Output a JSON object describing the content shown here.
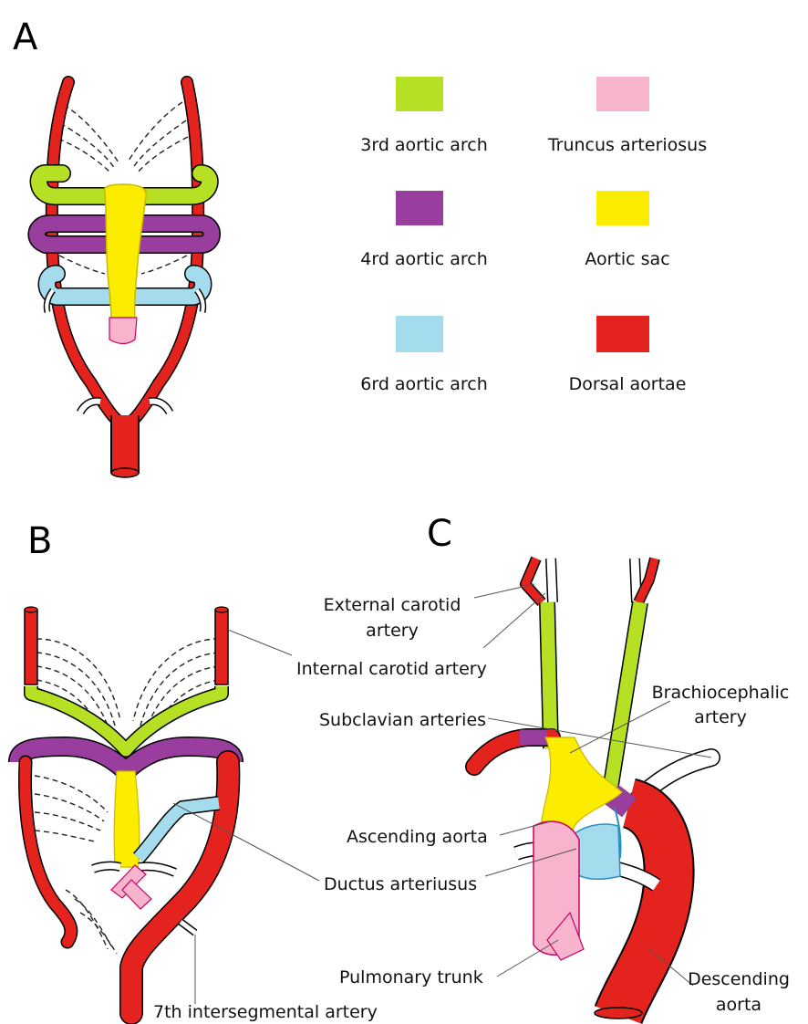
{
  "panels": {
    "a": "A",
    "b": "B",
    "c": "C"
  },
  "legend": [
    {
      "label": "3rd aortic arch",
      "color": "#b5e024"
    },
    {
      "label": "Truncus arteriosus",
      "color": "#f8b4cc"
    },
    {
      "label": "4rd aortic arch",
      "color": "#993d9e"
    },
    {
      "label": "Aortic sac",
      "color": "#fcec00"
    },
    {
      "label": "6rd aortic arch",
      "color": "#a4dcee"
    },
    {
      "label": "Dorsal aortae",
      "color": "#e5231e"
    }
  ],
  "colors": {
    "third_arch": "#b5e024",
    "fourth_arch": "#993d9e",
    "sixth_arch": "#a4dcee",
    "truncus": "#f8b4cc",
    "aortic_sac": "#fcec00",
    "dorsal": "#e5231e",
    "outline": "#000000"
  },
  "labels_b": {
    "internal_carotid": "Internal carotid artery",
    "ductus": "Ductus arteriusus",
    "seventh_line1": "7th intersegmental artery"
  },
  "labels_c": {
    "external_carotid_1": "External carotid",
    "external_carotid_2": "artery",
    "brachiocephalic_1": "Brachiocephalic",
    "brachiocephalic_2": "artery",
    "subclavian": "Subclavian arteries",
    "ascending": "Ascending aorta",
    "pulmonary": "Pulmonary trunk",
    "descending_1": "Descending",
    "descending_2": "aorta"
  }
}
